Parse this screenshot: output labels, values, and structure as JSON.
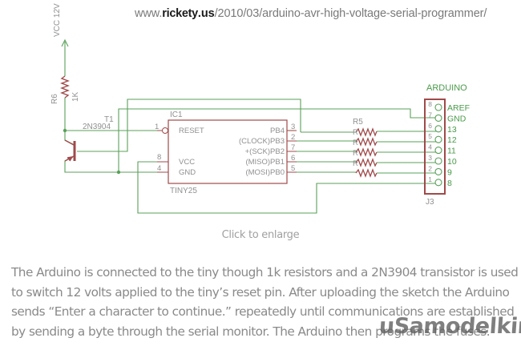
{
  "source_url": {
    "prefix": "www.",
    "domain": "rickety",
    "tld": ".us",
    "path": "/2010/03/arduino-avr-high-voltage-serial-programmer/"
  },
  "schematic": {
    "colors": {
      "wire": "#5aa05a",
      "part": "#a04a4a",
      "label": "#909090",
      "net_label": "#4a9a4a"
    },
    "power": {
      "label": "VCC 12V"
    },
    "r6": {
      "name": "R6",
      "value": "1K"
    },
    "transistor": {
      "name": "T1",
      "part": "2N3904"
    },
    "ic": {
      "name": "IC1",
      "part": "TINY25",
      "left_pins": [
        {
          "num": "1",
          "name": "RESET"
        },
        {
          "num": "8",
          "name": "VCC"
        },
        {
          "num": "4",
          "name": "GND"
        }
      ],
      "right_pins": [
        {
          "num": "3",
          "name": "PB4"
        },
        {
          "num": "2",
          "name": "(CLOCK)PB3"
        },
        {
          "num": "7",
          "name": "+(SCK)PB2"
        },
        {
          "num": "6",
          "name": "(MISO)PB1"
        },
        {
          "num": "5",
          "name": "(MOSI)PB0"
        }
      ]
    },
    "resistor_array": {
      "name": "R5",
      "sub_labels": [
        "R",
        "R",
        "R",
        "R"
      ]
    },
    "connector": {
      "title": "ARDUINO",
      "name": "J3",
      "pins": [
        {
          "num": "8",
          "label": "AREF"
        },
        {
          "num": "7",
          "label": "GND"
        },
        {
          "num": "6",
          "label": "13"
        },
        {
          "num": "5",
          "label": "12"
        },
        {
          "num": "4",
          "label": "11"
        },
        {
          "num": "3",
          "label": "10"
        },
        {
          "num": "2",
          "label": "9"
        },
        {
          "num": "1",
          "label": "8"
        }
      ]
    }
  },
  "caption": "Click to enlarge",
  "paragraph_lines": [
    "The Arduino is connected to the tiny though 1k resistors and a 2N3904 transistor is used",
    "to switch 12 volts applied to the tiny’s reset pin. After uploading the sketch the Arduino",
    "sends “Enter a character to continue.” repeatedly until communications are established",
    "by sending a byte through the serial monitor. The Arduino then programs the fuses."
  ],
  "watermark": "uSamodelkino.ru"
}
